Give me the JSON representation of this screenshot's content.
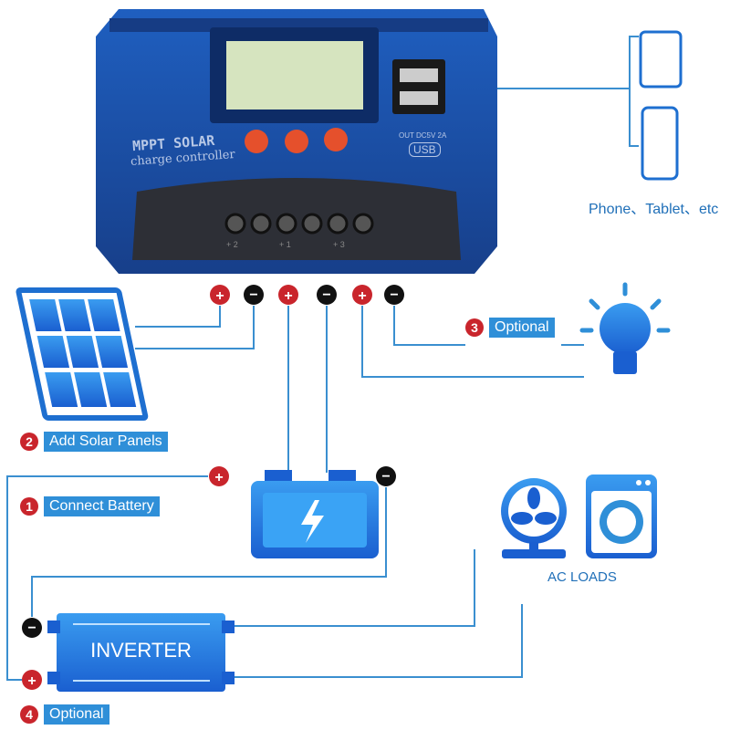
{
  "controller": {
    "brand_line1": "MPPT SOLAR",
    "brand_line2": "charge controller",
    "usb_spec": "OUT DC5V 2A",
    "usb_label": "USB",
    "terminal_labels": [
      "+ 2",
      "+ 1",
      "+ 3"
    ]
  },
  "steps": [
    {
      "number": "1",
      "label": "Connect Battery"
    },
    {
      "number": "2",
      "label": "Add Solar Panels"
    },
    {
      "number": "3",
      "label": "Optional"
    },
    {
      "number": "4",
      "label": "Optional"
    }
  ],
  "devices_label": "Phone、Tablet、etc",
  "ac_loads_label": "AC LOADS",
  "inverter_label": "INVERTER",
  "colors": {
    "wire": "#3a8fd0",
    "positive": "#c9252c",
    "negative": "#111111",
    "controller": "#1c4fa8"
  }
}
